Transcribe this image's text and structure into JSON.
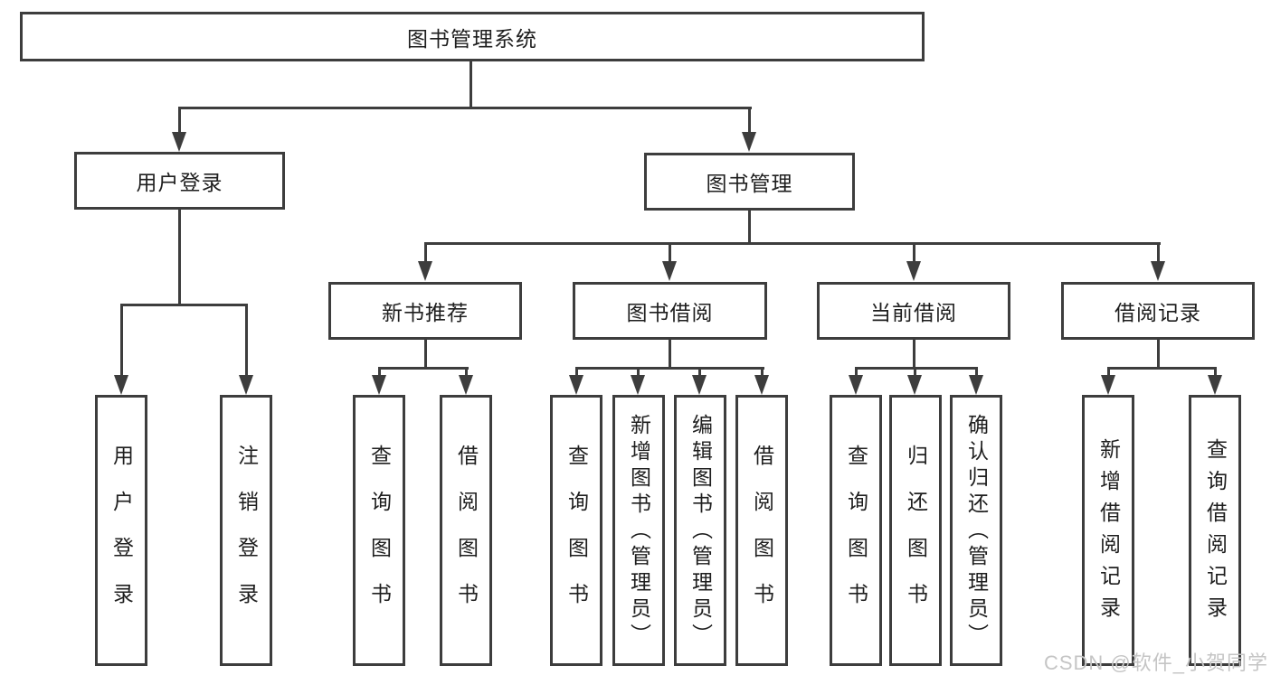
{
  "diagram": {
    "title": "图书管理系统",
    "level2": {
      "user_login": "用户登录",
      "book_mgmt": "图书管理"
    },
    "level3": {
      "new_books": "新书推荐",
      "book_borrow": "图书借阅",
      "current_borrow": "当前借阅",
      "borrow_records": "借阅记录"
    },
    "leaves": {
      "user_login": [
        "用户登录",
        "注销登录"
      ],
      "new_books": [
        "查询图书",
        "借阅图书"
      ],
      "book_borrow": [
        "查询图书",
        "新增图书（管理员）",
        "编辑图书（管理员）",
        "借阅图书"
      ],
      "current_borrow": [
        "查询图书",
        "归还图书",
        "确认归还（管理员）"
      ],
      "borrow_records": [
        "新增借阅记录",
        "查询借阅记录"
      ]
    }
  },
  "watermark": "CSDN @软件_小贺同学",
  "colors": {
    "line": "#3d3d3d",
    "text": "#1e1e1e",
    "watermark": "#c5c5c5",
    "background": "#ffffff"
  }
}
